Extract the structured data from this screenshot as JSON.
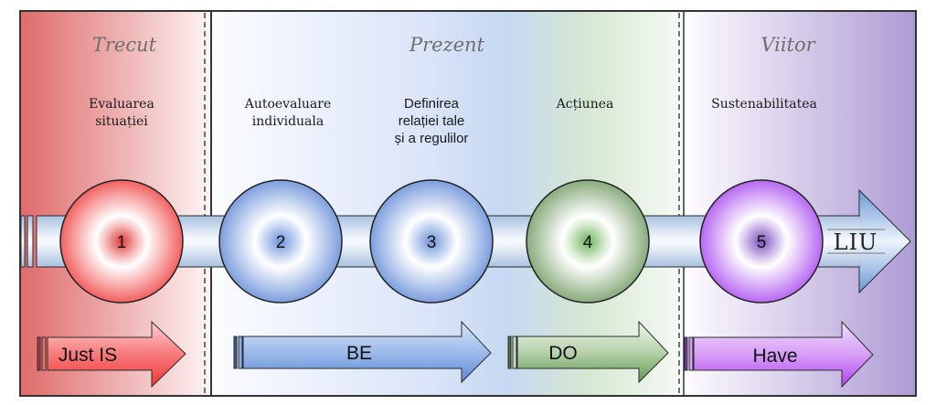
{
  "phases": [
    {
      "title": "Trecut",
      "color": "#e06a6a"
    },
    {
      "title": "Prezent",
      "color": "#b8cdf0"
    },
    {
      "title": "Viitor",
      "color": "#b39fd6"
    }
  ],
  "steps": [
    {
      "number": "1",
      "label_lines": [
        "Evaluarea",
        "situației"
      ],
      "color": "#e64545"
    },
    {
      "number": "2",
      "label_lines": [
        "Autoevaluare",
        "individuala"
      ],
      "color": "#6f93d8"
    },
    {
      "number": "3",
      "label_lines": [
        "Definirea",
        "relației tale",
        "și a regulilor"
      ],
      "color": "#6f93d8"
    },
    {
      "number": "4",
      "label_lines": [
        "Acțiunea"
      ],
      "color": "#6fa35f"
    },
    {
      "number": "5",
      "label_lines": [
        "Sustenabilitatea"
      ],
      "color": "#8a4fc8"
    }
  ],
  "bottom_arrows": [
    {
      "label": "Just IS",
      "color": "#f04545"
    },
    {
      "label": "BE",
      "color": "#5f8fd8"
    },
    {
      "label": "DO",
      "color": "#5f9a4f"
    },
    {
      "label": "Have",
      "color": "#b34ff0"
    }
  ],
  "logo": {
    "text": "LIU"
  }
}
